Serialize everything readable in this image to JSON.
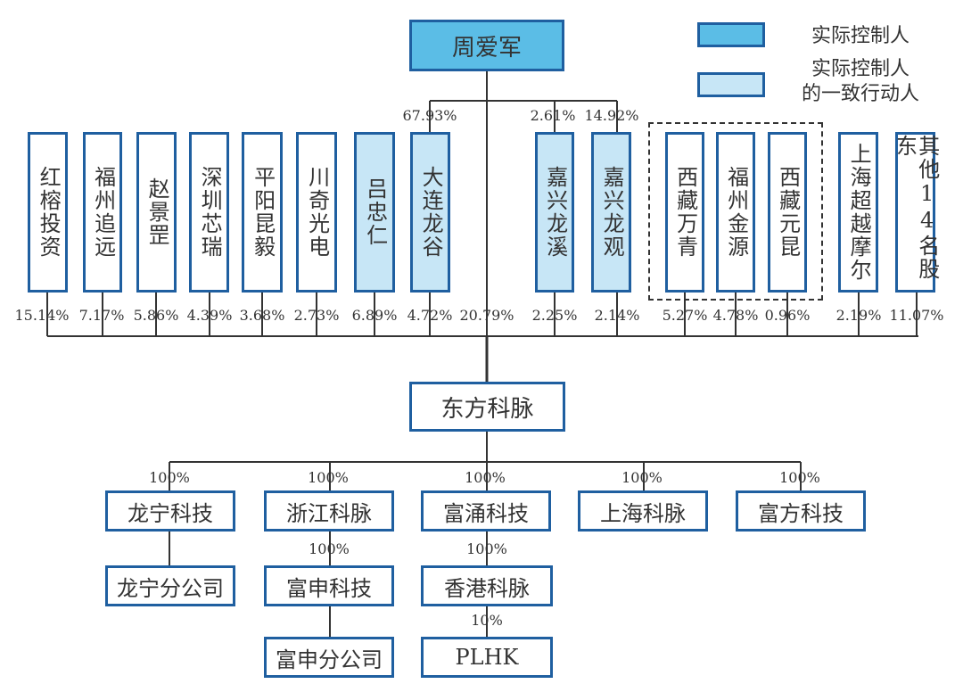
{
  "top": {
    "name": "周爱军"
  },
  "legend": {
    "actual_controller": "实际控制人",
    "concert_party_line1": "实际控制人",
    "concert_party_line2": "的一致行动人"
  },
  "upper_pcts": {
    "dalian_longgu": "67.93%",
    "jiaxing_longxi": "2.61%",
    "jiaxing_longguan": "14.92%"
  },
  "shareholders": [
    {
      "name": "红榕投资",
      "pct": "15.14%",
      "type": "normal"
    },
    {
      "name": "福州追远",
      "pct": "7.17%",
      "type": "normal"
    },
    {
      "name": "赵景罡",
      "pct": "5.86%",
      "type": "normal"
    },
    {
      "name": "深圳芯瑞",
      "pct": "4.39%",
      "type": "normal"
    },
    {
      "name": "平阳昆毅",
      "pct": "3.68%",
      "type": "normal"
    },
    {
      "name": "川奇光电",
      "pct": "2.73%",
      "type": "normal"
    },
    {
      "name": "吕忠仁",
      "pct": "6.89%",
      "type": "concert"
    },
    {
      "name": "大连龙谷",
      "pct": "4.72%",
      "type": "concert"
    },
    {
      "name": "嘉兴龙溪",
      "pct": "2.25%",
      "type": "concert"
    },
    {
      "name": "嘉兴龙观",
      "pct": "2.14%",
      "type": "concert"
    },
    {
      "name": "西藏万青",
      "pct": "5.27%",
      "type": "normal"
    },
    {
      "name": "福州金源",
      "pct": "4.78%",
      "type": "normal"
    },
    {
      "name": "西藏元昆",
      "pct": "0.96%",
      "type": "normal"
    },
    {
      "name": "上海超越摩尔",
      "pct": "2.19%",
      "type": "normal"
    },
    {
      "name": "其他14名股东",
      "pct": "11.07%",
      "type": "normal"
    }
  ],
  "direct_pct": "20.79%",
  "company": {
    "name": "东方科脉"
  },
  "subsidiaries": [
    {
      "name": "龙宁科技",
      "pct": "100%"
    },
    {
      "name": "浙江科脉",
      "pct": "100%"
    },
    {
      "name": "富涌科技",
      "pct": "100%"
    },
    {
      "name": "上海科脉",
      "pct": "100%"
    },
    {
      "name": "富方科技",
      "pct": "100%"
    }
  ],
  "level3": [
    {
      "name": "龙宁分公司",
      "pct": ""
    },
    {
      "name": "富申科技",
      "pct": "100%"
    },
    {
      "name": "香港科脉",
      "pct": "100%"
    }
  ],
  "level4": [
    {
      "name": "富申分公司",
      "pct": ""
    },
    {
      "name": "PLHK",
      "pct": "10%"
    }
  ]
}
